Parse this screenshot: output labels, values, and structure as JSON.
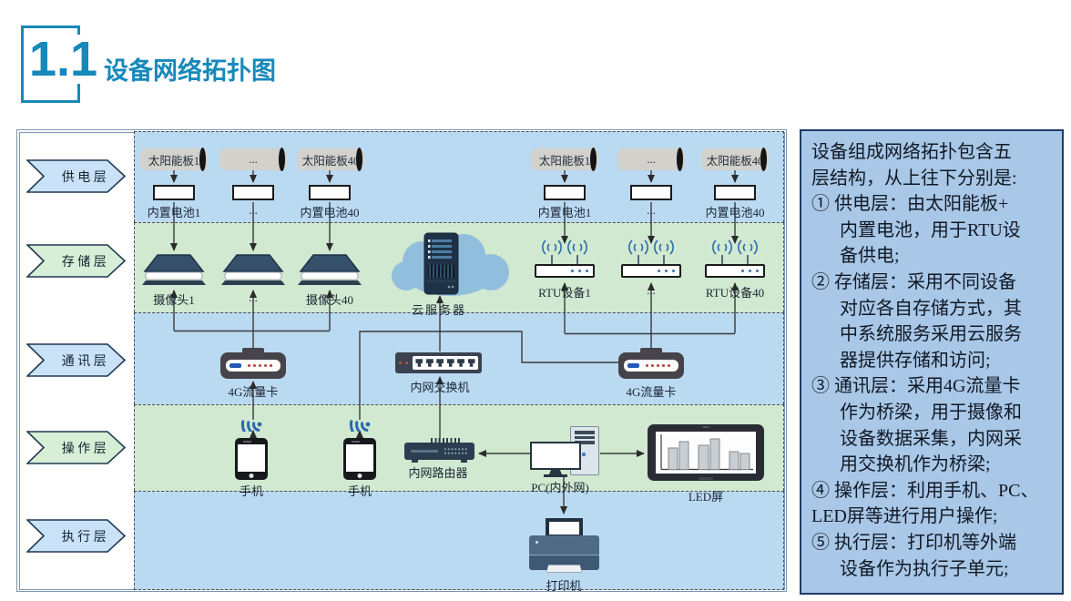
{
  "header": {
    "number": "1.1",
    "title": "设备网络拓扑图"
  },
  "layers": [
    {
      "label": "供电层"
    },
    {
      "label": "存储层"
    },
    {
      "label": "通讯层"
    },
    {
      "label": "操作层"
    },
    {
      "label": "执行层"
    }
  ],
  "diagram": {
    "camera_group": {
      "solar_panels": [
        "太阳能板1",
        "...",
        "太阳能板40"
      ],
      "batteries": [
        "内置电池1",
        "...",
        "内置电池40"
      ],
      "cameras": [
        "摄像头1",
        "...",
        "摄像头40"
      ]
    },
    "rtu_group": {
      "solar_panels": [
        "太阳能板1",
        "...",
        "太阳能板40"
      ],
      "batteries": [
        "内置电池1",
        "...",
        "内置电池40"
      ],
      "rtus": [
        "RTU设备1",
        "...",
        "RTU设备40"
      ]
    },
    "cloud_server": "云服务器",
    "sim_card_left": "4G流量卡",
    "switch": "内网交换机",
    "sim_card_right": "4G流量卡",
    "phone_left": "手机",
    "phone_right": "手机",
    "router": "内网路由器",
    "pc": "PC(内外网)",
    "led_screen": "LED屏",
    "printer": "打印机",
    "led_chart": {
      "type": "bar",
      "values": [
        0.55,
        0.73,
        0.63,
        0.8,
        0.46,
        0.41
      ]
    }
  },
  "side_panel": {
    "lines": [
      "设备组成网络拓扑包含五",
      "层结构，从上往下分别是:",
      "① 供电层：由太阳能板+",
      "内置电池，用于RTU设",
      "备供电;",
      "② 存储层：采用不同设备",
      "对应各自存储方式，其",
      "中系统服务采用云服务",
      "器提供存储和访问;",
      "③ 通讯层：采用4G流量卡",
      "作为桥梁，用于摄像和",
      "设备数据采集，内网采",
      "用交换机作为桥梁;",
      "④ 操作层：利用手机、PC、",
      "LED屏等进行用户操作;",
      "⑤ 执行层：打印机等外端",
      "设备作为执行子单元;"
    ]
  },
  "colors": {
    "accent": "#1689ba",
    "band-blue": "#badaf2",
    "band-green": "#d0e9d0",
    "arrow-blue": "#c9e2f7",
    "arrow-green": "#d7eed7",
    "panel-bg": "#a9c7e6",
    "panel-border": "#1c3c64",
    "ink": "#1b2433",
    "line": "#333333",
    "frame": "#7e95ad"
  }
}
